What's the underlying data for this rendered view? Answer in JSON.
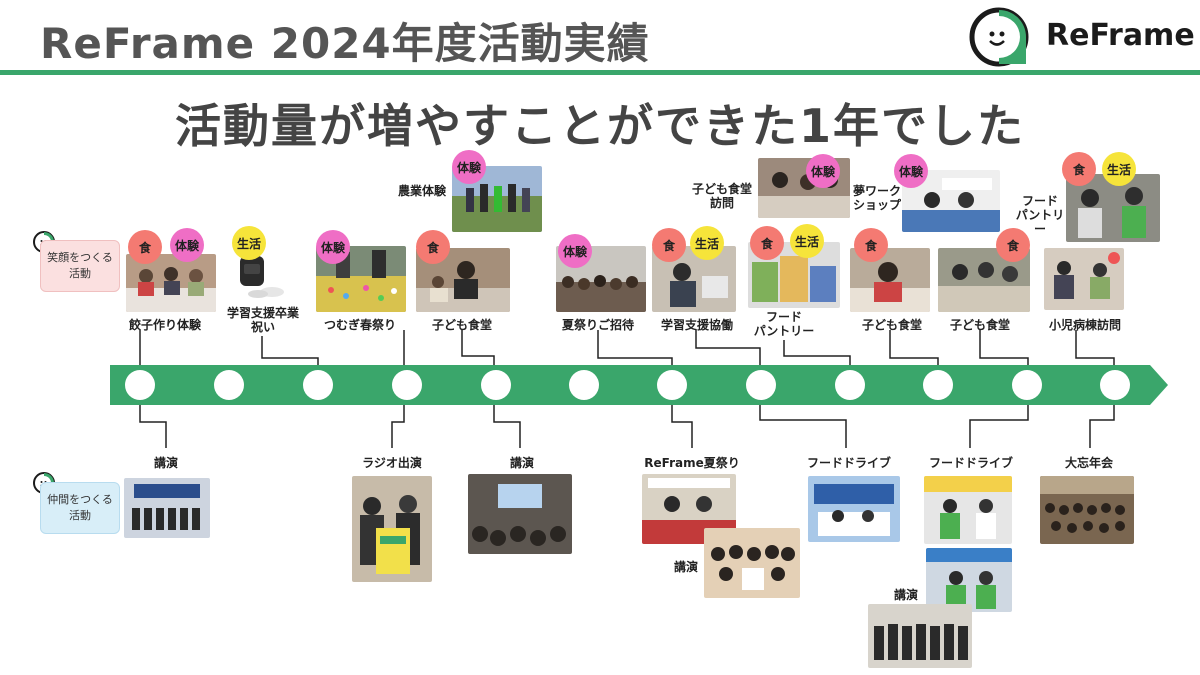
{
  "header": {
    "title": "ReFrame 2024年度活動実績",
    "logo_text": "ReFrame"
  },
  "headline": "活動量が増やすことができた1年でした",
  "categories": {
    "smile": "笑顔をつくる\n活動",
    "friends": "仲間をつくる\n活動"
  },
  "tags": {
    "food": "食",
    "experience": "体験",
    "life": "生活"
  },
  "top_events": [
    {
      "label": "餃子作り体験"
    },
    {
      "label": "学習支援卒業\n祝い"
    },
    {
      "label": "つむぎ春祭り"
    },
    {
      "label": "子ども食堂"
    },
    {
      "label": "夏祭りご招待"
    },
    {
      "label": "学習支援協働"
    },
    {
      "label": "フード\nパントリー"
    },
    {
      "label": "子ども食堂"
    },
    {
      "label": "子ども食堂"
    },
    {
      "label": "小児病棟訪問"
    },
    {
      "label": "農業体験"
    },
    {
      "label": "子ども食堂\n訪問"
    },
    {
      "label": "夢ワーク\nショップ"
    },
    {
      "label": "フード\nパントリー"
    }
  ],
  "bottom_events": [
    {
      "label": "講演"
    },
    {
      "label": "ラジオ出演"
    },
    {
      "label": "講演"
    },
    {
      "label": "ReFrame夏祭り"
    },
    {
      "label": "講演"
    },
    {
      "label": "フードドライブ"
    },
    {
      "label": "フードドライブ"
    },
    {
      "label": "講演"
    },
    {
      "label": "大忘年会"
    }
  ],
  "colors": {
    "accent_green": "#3aa66b",
    "tag_food": "#f47a72",
    "tag_experience": "#ef6ec5",
    "tag_life": "#f6e43a"
  },
  "icons": [
    "smile-face-icon",
    "logo-mark-icon"
  ]
}
